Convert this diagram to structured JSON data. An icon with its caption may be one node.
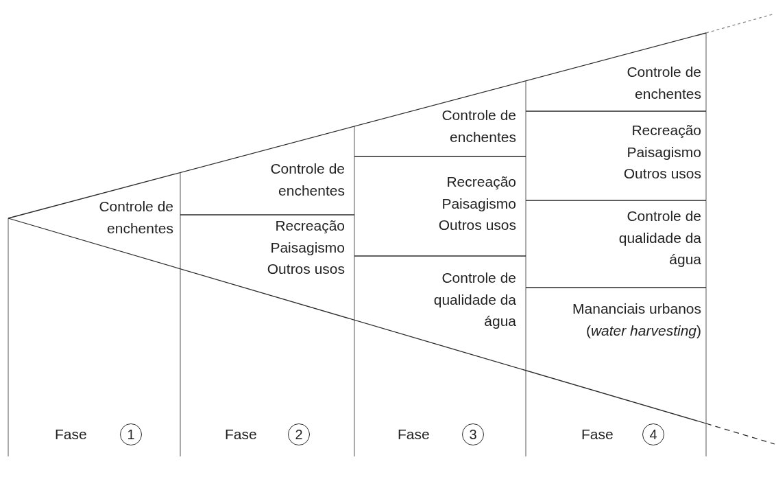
{
  "diagram": {
    "nodes": [
      {
        "text": [
          "Controle de enchentes"
        ]
      },
      {
        "text": [
          "Controle de enchentes"
        ]
      },
      {
        "text": [
          "Recreação",
          "Paisagismo",
          "Outros usos"
        ]
      },
      {
        "text": [
          "Controle de enchentes"
        ]
      },
      {
        "text": [
          "Recreação",
          "Paisagismo",
          "Outros usos"
        ]
      },
      {
        "text": [
          "Controle de qualidade da água"
        ]
      },
      {
        "text": [
          "Controle de enchentes"
        ]
      },
      {
        "text": [
          "Recreação",
          "Paisagismo",
          "Outros usos"
        ]
      },
      {
        "text": [
          "Controle de qualidade da água"
        ]
      },
      {
        "text": [
          "Mananciais urbanos (*water harvesting*)"
        ]
      },
      {
        "text": [
          "1"
        ],
        "beside": [
          "Fase"
        ]
      },
      {
        "text": [
          "2"
        ],
        "beside": [
          "Fase"
        ]
      },
      {
        "text": [
          "3"
        ],
        "beside": [
          "Fase"
        ]
      },
      {
        "text": [
          "4"
        ],
        "beside": [
          "Fase"
        ]
      }
    ]
  }
}
